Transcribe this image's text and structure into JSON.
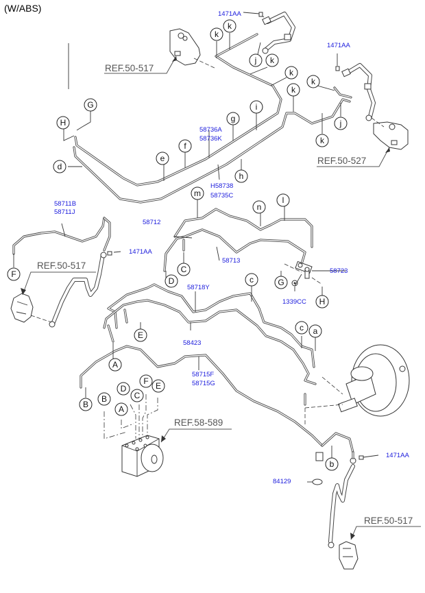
{
  "diagram": {
    "title": "(W/ABS)",
    "references": [
      {
        "id": "ref-rear-left-caliper-top",
        "label": "REF.50-517"
      },
      {
        "id": "ref-rear-right-caliper",
        "label": "REF.50-527"
      },
      {
        "id": "ref-front-left-caliper",
        "label": "REF.50-517"
      },
      {
        "id": "ref-abs-unit",
        "label": "REF.58-589"
      },
      {
        "id": "ref-front-right-caliper",
        "label": "REF.50-517"
      }
    ],
    "part_numbers": {
      "clip_top": "1471AA",
      "clip_right": "1471AA",
      "tube_rear_a": "58736A",
      "tube_rear_k": "58736K",
      "tube_rear_h": "H58738",
      "tube_rear_c": "58735C",
      "tube_front_left_b": "58711B",
      "tube_front_left_j": "58711J",
      "clip_front_left": "1471AA",
      "tube_58712": "58712",
      "tube_58713": "58713",
      "bracket_58723": "58723",
      "nut_1339cc": "1339CC",
      "tube_58718y": "58718Y",
      "tube_58423": "58423",
      "tube_58715f": "58715F",
      "tube_58715g": "58715G",
      "clip_front_right": "1471AA",
      "gasket_84129": "84129"
    },
    "callouts_lower": [
      "a",
      "b",
      "c",
      "c",
      "d",
      "e",
      "f",
      "g",
      "h",
      "i",
      "j",
      "j",
      "k",
      "k",
      "k",
      "k",
      "k",
      "k",
      "k",
      "l",
      "m",
      "n"
    ],
    "callouts_upper": [
      "A",
      "A",
      "B",
      "B",
      "C",
      "C",
      "D",
      "D",
      "E",
      "E",
      "F",
      "F",
      "G",
      "G",
      "H",
      "H"
    ],
    "callout_labels": {
      "a": "a",
      "b": "b",
      "c": "c",
      "d": "d",
      "e": "e",
      "f": "f",
      "g": "g",
      "h": "h",
      "i": "i",
      "j": "j",
      "k": "k",
      "l": "l",
      "m": "m",
      "n": "n",
      "A": "A",
      "B": "B",
      "C": "C",
      "D": "D",
      "E": "E",
      "F": "F",
      "G": "G",
      "H": "H"
    }
  }
}
